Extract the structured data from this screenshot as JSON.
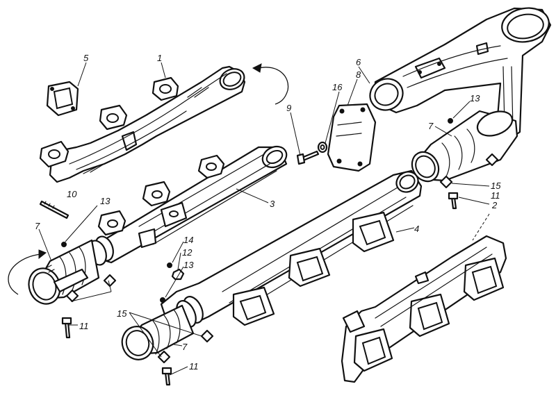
{
  "callouts": {
    "c1": "1",
    "c2": "2",
    "c3": "3",
    "c4": "4",
    "c5": "5",
    "c6": "6",
    "c7a": "7",
    "c7b": "7",
    "c7c": "7",
    "c8": "8",
    "c9": "9",
    "c10": "10",
    "c11a": "11",
    "c11b": "11",
    "c11c": "11",
    "c12": "12",
    "c13a": "13",
    "c13b": "13",
    "c13c": "13",
    "c14": "14",
    "c15a": "15",
    "c15b": "15",
    "c16": "16"
  }
}
